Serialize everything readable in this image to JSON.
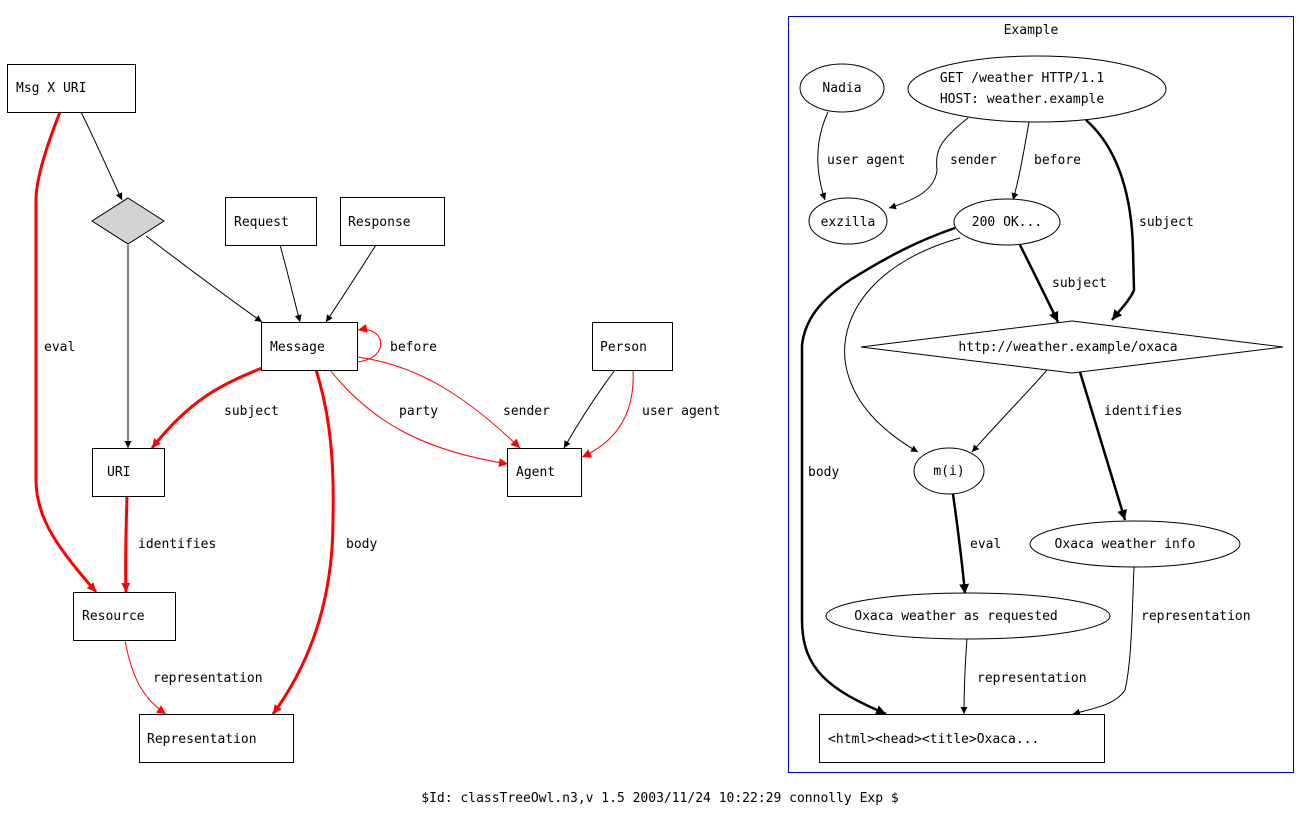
{
  "colors": {
    "red": "#ff0000",
    "black": "#000000",
    "cluster_border": "#0000cc",
    "diamond_fill": "#d3d3d3"
  },
  "left_graph": {
    "nodes": {
      "msgxuri": "Msg X URI",
      "blank": "",
      "request": "Request",
      "response": "Response",
      "message": "Message",
      "person": "Person",
      "uri": "URI",
      "agent": "Agent",
      "resource": "Resource",
      "representation": "Representation"
    },
    "edge_labels": {
      "eval": "eval",
      "before": "before",
      "subject": "subject",
      "party": "party",
      "sender": "sender",
      "user_agent": "user agent",
      "identifies": "identifies",
      "body": "body",
      "representation": "representation"
    }
  },
  "example_cluster": {
    "title": "Example",
    "nodes": {
      "nadia": "Nadia",
      "get_line1": "GET /weather HTTP/1.1",
      "get_line2": "HOST: weather.example",
      "exzilla": "exzilla",
      "ok": "200 OK...",
      "uri": "http://weather.example/oxaca",
      "mi": "m(i)",
      "info": "Oxaca weather info",
      "requested": "Oxaca weather as requested",
      "html": "<html><head><title>Oxaca..."
    },
    "edge_labels": {
      "user_agent": "user agent",
      "sender": "sender",
      "before": "before",
      "subject_top": "subject",
      "subject_mid": "subject",
      "identifies": "identifies",
      "body": "body",
      "eval": "eval",
      "representation_left": "representation",
      "representation_right": "representation"
    }
  },
  "footer": "$Id: classTreeOwl.n3,v 1.5 2003/11/24 10:22:29 connolly Exp $"
}
